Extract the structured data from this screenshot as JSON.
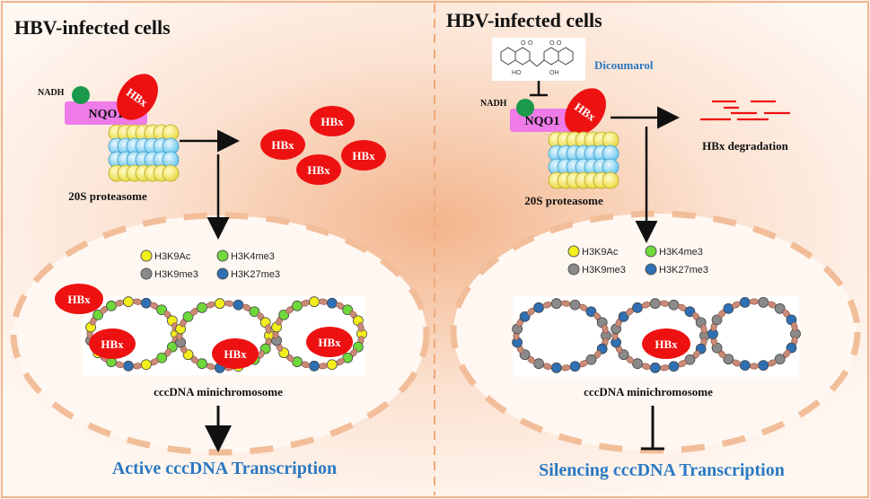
{
  "left_panel": {
    "title": "HBV-infected cells",
    "nadh_label": "NADH",
    "nqo1_label": "NQO1",
    "hbx_label": "HBx",
    "proteasome_label": "20S proteasome",
    "legend": {
      "h3k9ac": "H3K9Ac",
      "h3k4me3": "H3K4me3",
      "h3k9me3": "H3K9me3",
      "h3k27me3": "H3K27me3"
    },
    "minichromosome_label": "cccDNA minichromosome",
    "outcome": "Active cccDNA Transcription"
  },
  "right_panel": {
    "title": "HBV-infected cells",
    "drug_label": "Dicoumarol",
    "nadh_label": "NADH",
    "nqo1_label": "NQO1",
    "hbx_label": "HBx",
    "degradation_label": "HBx degradation",
    "proteasome_label": "20S proteasome",
    "legend": {
      "h3k9ac": "H3K9Ac",
      "h3k4me3": "H3K4me3",
      "h3k9me3": "H3K9me3",
      "h3k27me3": "H3K27me3"
    },
    "minichromosome_label": "cccDNA minichromosome",
    "outcome": "Silencing cccDNA Transcription"
  },
  "colors": {
    "hbx": "#ee1111",
    "nqo1": "#ee7be8",
    "nadh": "#1a9a4a",
    "h3k9ac": "#f3ef1c",
    "h3k4me3": "#6fd83a",
    "h3k9me3": "#8a8a8a",
    "h3k27me3": "#2f6fb3",
    "outcome_text": "#2a78c2",
    "dicoumarol_text": "#2a78c2"
  }
}
